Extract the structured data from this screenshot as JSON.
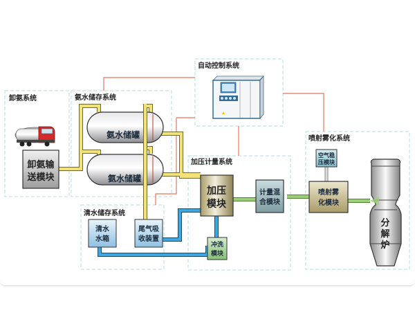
{
  "diagram": {
    "groups": [
      {
        "id": "unload",
        "label": "卸氨系统"
      },
      {
        "id": "ammonia-storage",
        "label": "氨水储存系统"
      },
      {
        "id": "auto-control",
        "label": "自动控制系统"
      },
      {
        "id": "pressure-metering",
        "label": "加压计量系统"
      },
      {
        "id": "water-storage",
        "label": "清水储存系统"
      },
      {
        "id": "spray",
        "label": "喷射雾化系统"
      }
    ],
    "modules": {
      "unload_transfer": {
        "line1": "卸氨输",
        "line2": "送模块"
      },
      "tank_1": {
        "label": "氨水储罐"
      },
      "tank_2": {
        "label": "氨水储罐"
      },
      "pressurize": {
        "line1": "加压",
        "line2": "模块"
      },
      "meter_mix": {
        "line1": "计量混",
        "line2": "合模块"
      },
      "clean_water_tank": {
        "line1": "清水",
        "line2": "水箱"
      },
      "tail_gas_absorber": {
        "line1": "尾气吸",
        "line2": "收装置"
      },
      "flush": {
        "line1": "冲洗",
        "line2": "模块"
      },
      "spray_atomize": {
        "line1": "喷射雾",
        "line2": "化模块"
      },
      "air_stabilize": {
        "line1": "空气稳",
        "line2": "压模块"
      },
      "decomposition_furnace": {
        "chars": [
          "分",
          "解",
          "炉"
        ]
      }
    },
    "colors": {
      "group_border": "#b5dde0",
      "control_line": "#e8745c",
      "ammonia_pipe": "#f3e27a",
      "water_pipe": "#2f8fc8",
      "mix_pipe": "#9ccf78",
      "pressurize_fill": "#c9c09a",
      "meter_fill": "#9fb9bd",
      "flush_fill": "#a6d49a",
      "water_box_fill": "#b7d8ee",
      "tank_fill": "#c8c8cc"
    }
  }
}
